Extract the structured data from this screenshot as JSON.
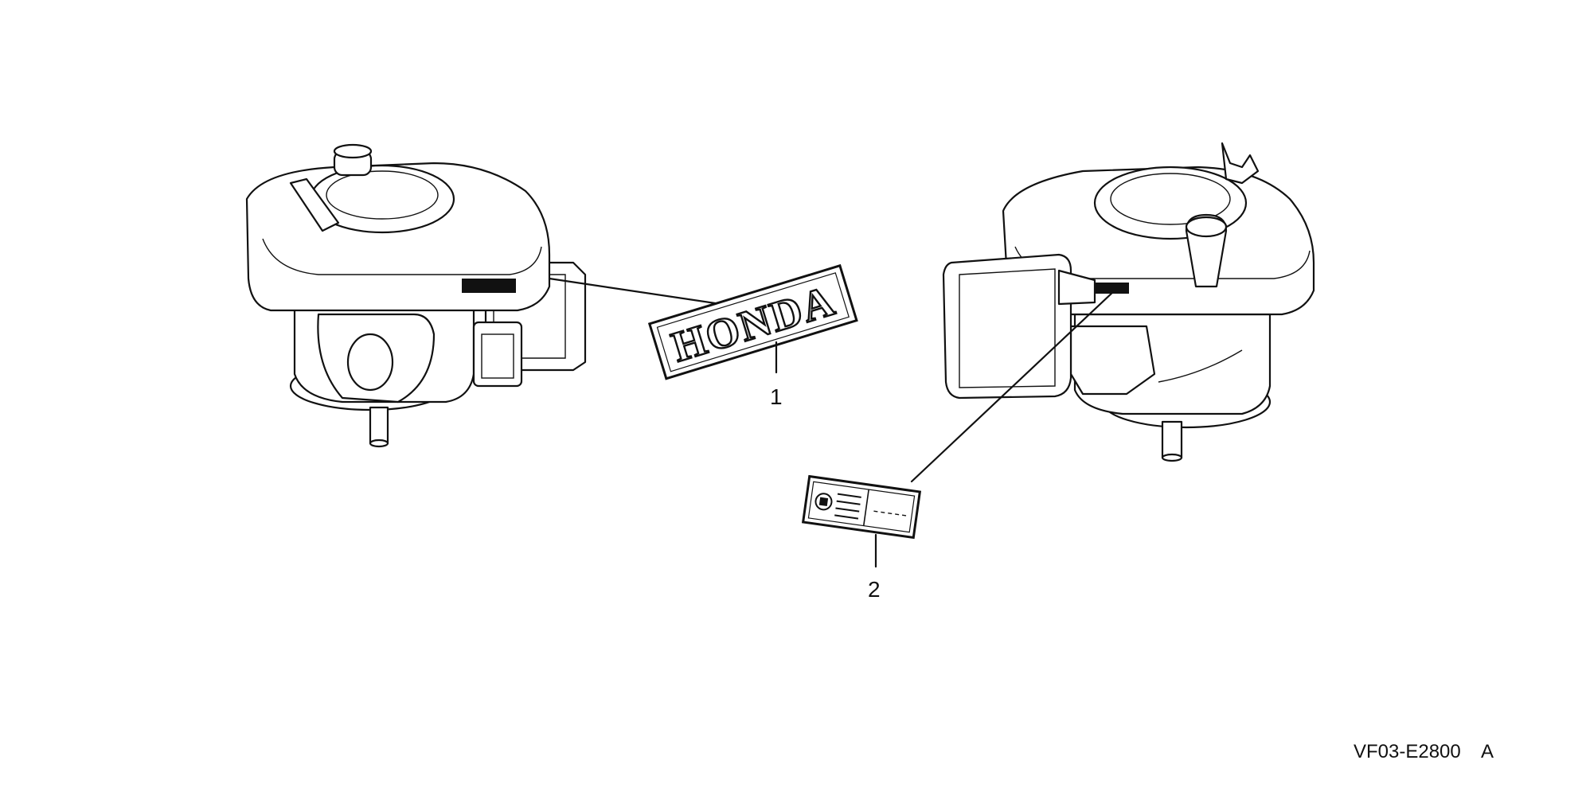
{
  "diagram": {
    "decal_text": "HONDA",
    "callouts": [
      {
        "id": "1"
      },
      {
        "id": "2"
      }
    ],
    "drawing_code": "VF03-E2800",
    "drawing_rev": "A"
  }
}
